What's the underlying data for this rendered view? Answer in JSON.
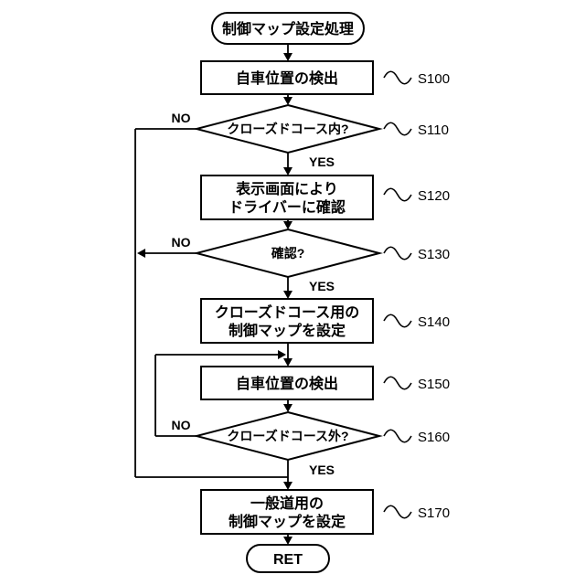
{
  "diagram": {
    "start": "制御マップ設定処理",
    "ret": "RET",
    "yes": "YES",
    "no": "NO",
    "s100": {
      "id": "S100",
      "text": "自車位置の検出"
    },
    "s110": {
      "id": "S110",
      "text": "クローズドコース内?"
    },
    "s120": {
      "id": "S120",
      "line1": "表示画面により",
      "line2": "ドライバーに確認"
    },
    "s130": {
      "id": "S130",
      "text": "確認?"
    },
    "s140": {
      "id": "S140",
      "line1": "クローズドコース用の",
      "line2": "制御マップを設定"
    },
    "s150": {
      "id": "S150",
      "text": "自車位置の検出"
    },
    "s160": {
      "id": "S160",
      "text": "クローズドコース外?"
    },
    "s170": {
      "id": "S170",
      "line1": "一般道用の",
      "line2": "制御マップを設定"
    }
  }
}
